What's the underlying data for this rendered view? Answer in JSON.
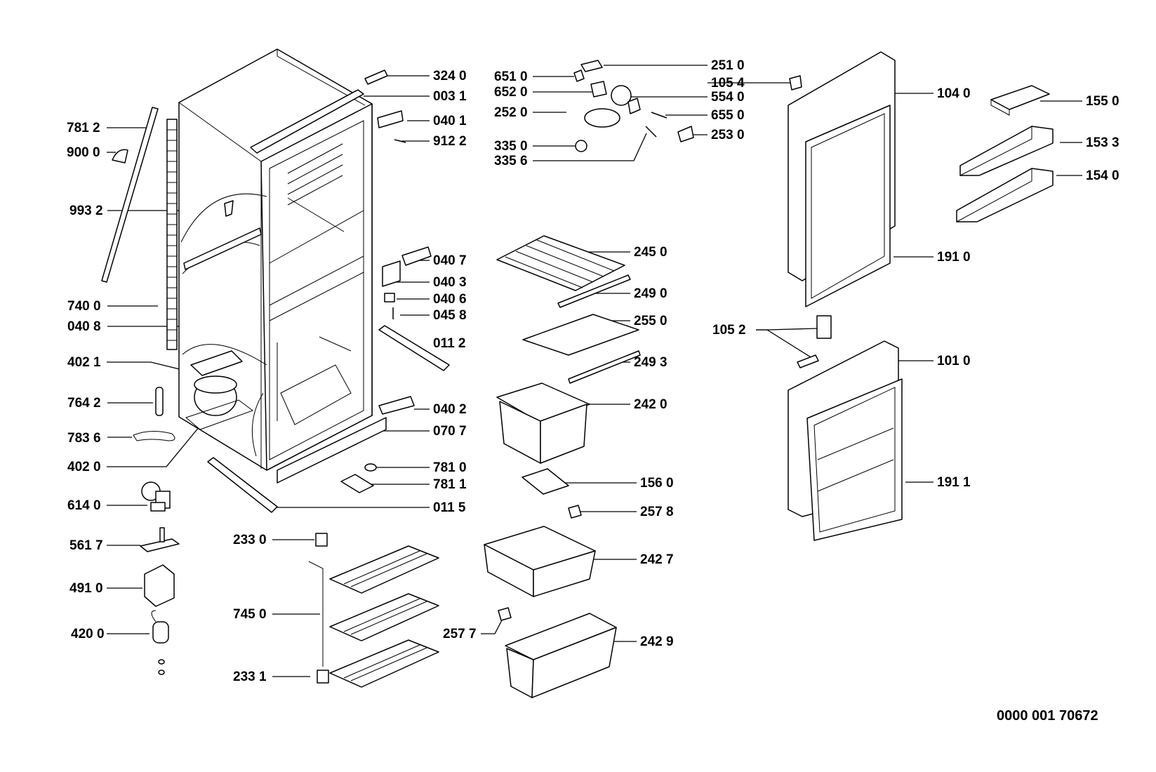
{
  "document_number": "0000 001 70672",
  "callouts": [
    {
      "id": "c7812",
      "label": "781 2"
    },
    {
      "id": "c9000",
      "label": "900 0"
    },
    {
      "id": "c9932",
      "label": "993 2"
    },
    {
      "id": "c7400",
      "label": "740 0"
    },
    {
      "id": "c0408",
      "label": "040 8"
    },
    {
      "id": "c4021",
      "label": "402 1"
    },
    {
      "id": "c7642",
      "label": "764 2"
    },
    {
      "id": "c7836",
      "label": "783 6"
    },
    {
      "id": "c4020",
      "label": "402 0"
    },
    {
      "id": "c6140",
      "label": "614 0"
    },
    {
      "id": "c5617",
      "label": "561 7"
    },
    {
      "id": "c4910",
      "label": "491 0"
    },
    {
      "id": "c4200",
      "label": "420 0"
    },
    {
      "id": "c3240",
      "label": "324 0"
    },
    {
      "id": "c0031",
      "label": "003 1"
    },
    {
      "id": "c0401",
      "label": "040 1"
    },
    {
      "id": "c9122",
      "label": "912 2"
    },
    {
      "id": "c0407",
      "label": "040 7"
    },
    {
      "id": "c0403",
      "label": "040 3"
    },
    {
      "id": "c0406",
      "label": "040 6"
    },
    {
      "id": "c0458",
      "label": "045 8"
    },
    {
      "id": "c0112",
      "label": "011 2"
    },
    {
      "id": "c0402",
      "label": "040 2"
    },
    {
      "id": "c0707",
      "label": "070 7"
    },
    {
      "id": "c7810",
      "label": "781 0"
    },
    {
      "id": "c7811",
      "label": "781 1"
    },
    {
      "id": "c0115",
      "label": "011 5"
    },
    {
      "id": "c2330",
      "label": "233 0"
    },
    {
      "id": "c7450",
      "label": "745 0"
    },
    {
      "id": "c2331",
      "label": "233 1"
    },
    {
      "id": "c6510",
      "label": "651 0"
    },
    {
      "id": "c6520",
      "label": "652 0"
    },
    {
      "id": "c2520",
      "label": "252 0"
    },
    {
      "id": "c3350",
      "label": "335 0"
    },
    {
      "id": "c3356",
      "label": "335 6"
    },
    {
      "id": "c2510",
      "label": "251 0"
    },
    {
      "id": "c1054",
      "label": "105 4"
    },
    {
      "id": "c5540",
      "label": "554 0"
    },
    {
      "id": "c6550",
      "label": "655 0"
    },
    {
      "id": "c2530",
      "label": "253 0"
    },
    {
      "id": "c2450",
      "label": "245 0"
    },
    {
      "id": "c2490",
      "label": "249 0"
    },
    {
      "id": "c2550",
      "label": "255 0"
    },
    {
      "id": "c2493",
      "label": "249 3"
    },
    {
      "id": "c2420",
      "label": "242 0"
    },
    {
      "id": "c1560",
      "label": "156 0"
    },
    {
      "id": "c2578",
      "label": "257 8"
    },
    {
      "id": "c2427",
      "label": "242 7"
    },
    {
      "id": "c2577",
      "label": "257 7"
    },
    {
      "id": "c2429",
      "label": "242 9"
    },
    {
      "id": "c1040",
      "label": "104 0"
    },
    {
      "id": "c1910",
      "label": "191 0"
    },
    {
      "id": "c1052",
      "label": "105 2"
    },
    {
      "id": "c1010",
      "label": "101 0"
    },
    {
      "id": "c1911",
      "label": "191 1"
    },
    {
      "id": "c1550",
      "label": "155 0"
    },
    {
      "id": "c1533",
      "label": "153 3"
    },
    {
      "id": "c1540",
      "label": "154 0"
    }
  ]
}
